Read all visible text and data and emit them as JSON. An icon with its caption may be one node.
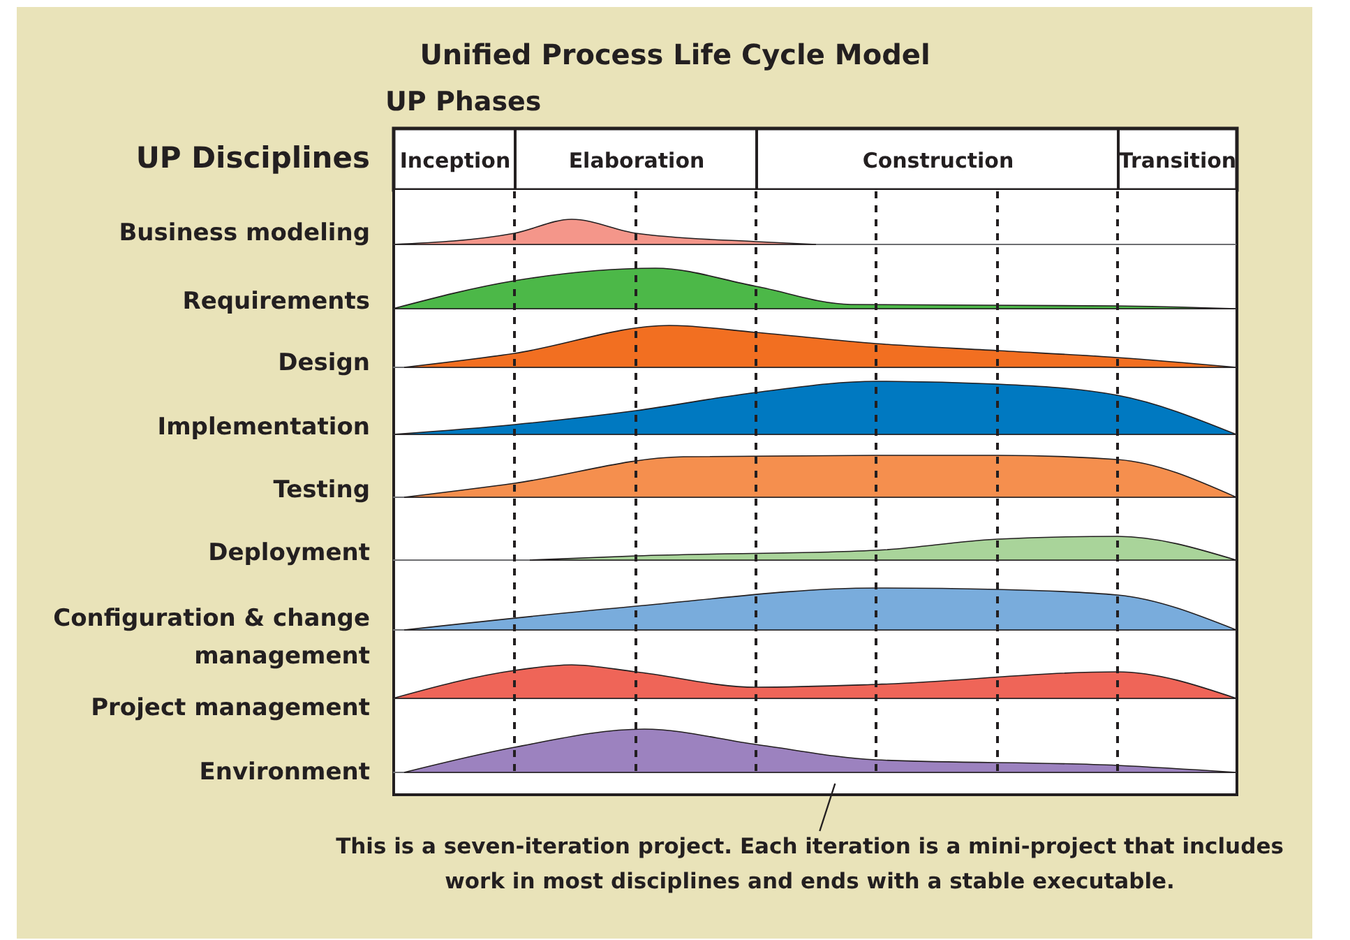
{
  "diagram": {
    "title": "Unified Process Life Cycle Model",
    "nodes": [
      {
        "text": [
          "Inception"
        ]
      },
      {
        "text": [
          "Elaboration"
        ]
      },
      {
        "text": [
          "Construction"
        ]
      },
      {
        "text": [
          "Transition"
        ]
      },
      {
        "text": [
          "This is a seven-iteration project. Each iteration is a mini-project that includes work in most disciplines and ends with a stable executable."
        ]
      },
      {
        "text": [],
        "shape": "picture"
      }
    ],
    "edges": [
      {
        "from": 4,
        "to": 5,
        "arrow": "none"
      }
    ],
    "labels": [
      "UP Phases",
      "UP Disciplines",
      "Business modeling",
      "Requirements",
      "Design",
      "Implementation",
      "Testing",
      "Deployment",
      "Configuration & change management",
      "Project management",
      "Environment"
    ]
  }
}
